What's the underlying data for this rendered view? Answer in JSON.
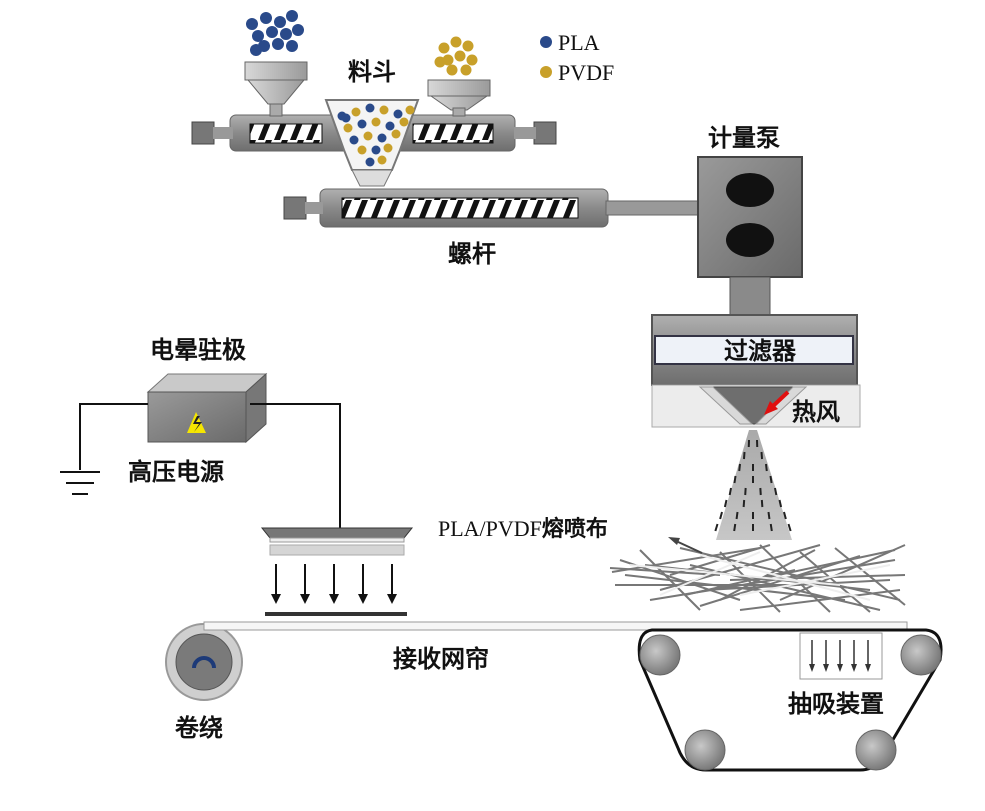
{
  "legend": {
    "pla": {
      "label": "PLA",
      "color": "#2a4a8a"
    },
    "pvdf": {
      "label": "PVDF",
      "color": "#c8a02a"
    }
  },
  "labels": {
    "hopper": "料斗",
    "screw": "螺杆",
    "metering_pump": "计量泵",
    "filter": "过滤器",
    "hot_air": "热风",
    "corona_electret": "电晕驻极",
    "high_voltage_source": "高压电源",
    "product_prefix": "PLA/PVDF",
    "product_suffix": "熔喷布",
    "collector_belt": "接收网帘",
    "suction_device": "抽吸装置",
    "winding": "卷绕"
  },
  "colors": {
    "machine_gray": "#8c8c8c",
    "machine_dark": "#5e5e5e",
    "hot_air_arrow": "#e01010",
    "warning_yellow": "#f5e600"
  }
}
